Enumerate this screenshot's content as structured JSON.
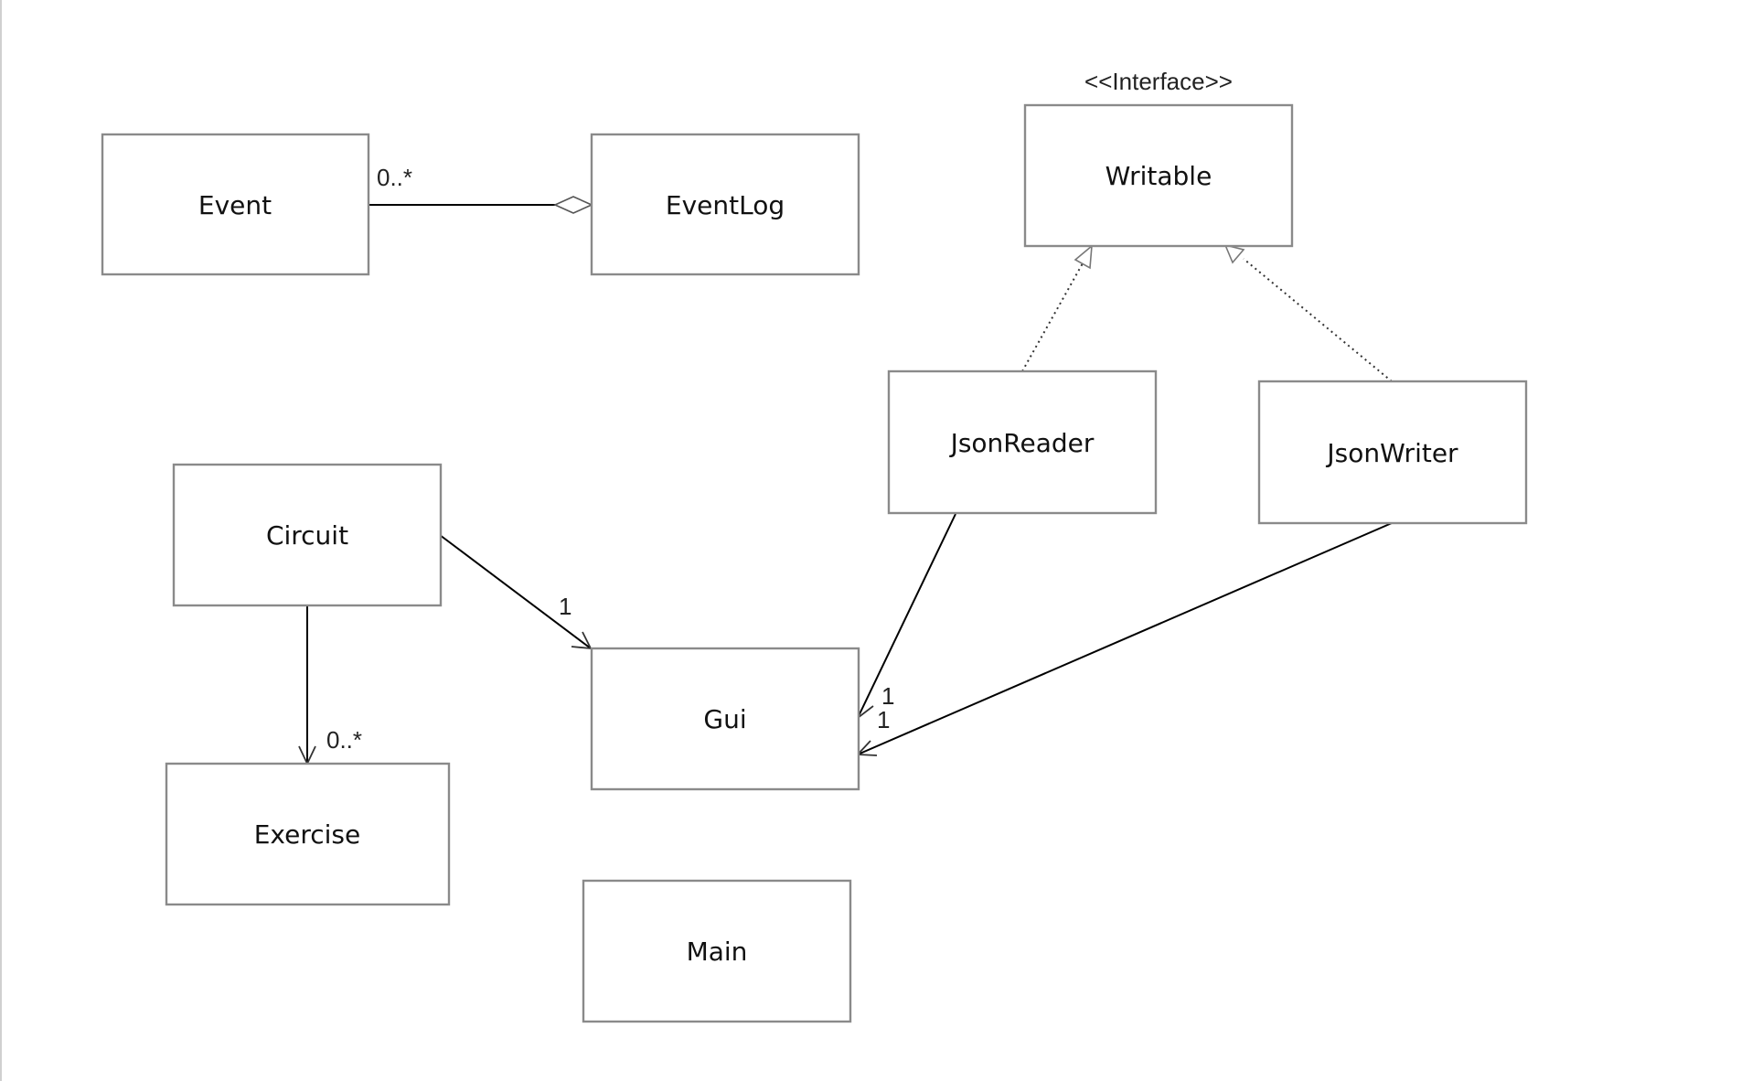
{
  "classes": {
    "event": "Event",
    "eventlog": "EventLog",
    "writable": "Writable",
    "jsonreader": "JsonReader",
    "jsonwriter": "JsonWriter",
    "circuit": "Circuit",
    "gui": "Gui",
    "exercise": "Exercise",
    "main": "Main"
  },
  "stereotypes": {
    "writable": "<<Interface>>"
  },
  "multiplicities": {
    "event_eventlog": "0..*",
    "circuit_gui": "1",
    "circuit_exercise": "0..*",
    "jsonreader_gui": "1",
    "jsonwriter_gui": "1"
  }
}
